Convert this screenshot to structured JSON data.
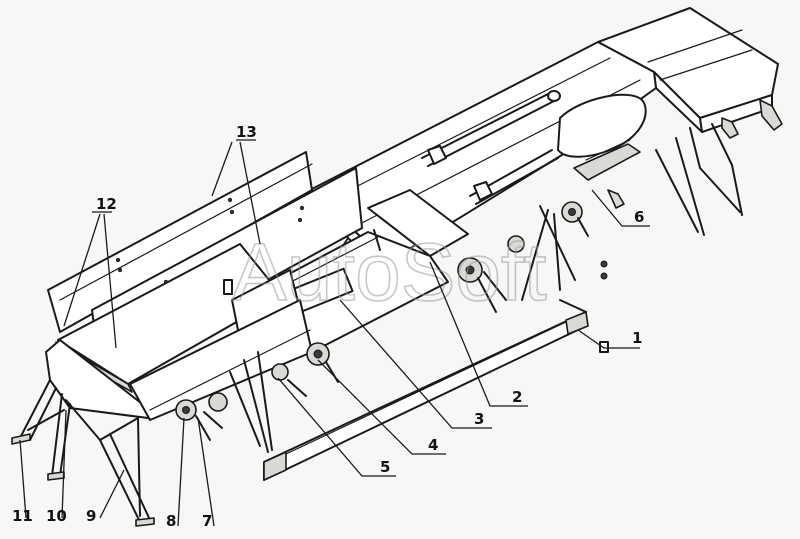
{
  "watermark": "AutoSoft",
  "callouts": [
    {
      "id": "1",
      "label": "1"
    },
    {
      "id": "2",
      "label": "2"
    },
    {
      "id": "3",
      "label": "3"
    },
    {
      "id": "4",
      "label": "4"
    },
    {
      "id": "5",
      "label": "5"
    },
    {
      "id": "6",
      "label": "6"
    },
    {
      "id": "7",
      "label": "7"
    },
    {
      "id": "8",
      "label": "8"
    },
    {
      "id": "9",
      "label": "9"
    },
    {
      "id": "10",
      "label": "10"
    },
    {
      "id": "11",
      "label": "11"
    },
    {
      "id": "12",
      "label": "12"
    },
    {
      "id": "13",
      "label": "13"
    }
  ]
}
